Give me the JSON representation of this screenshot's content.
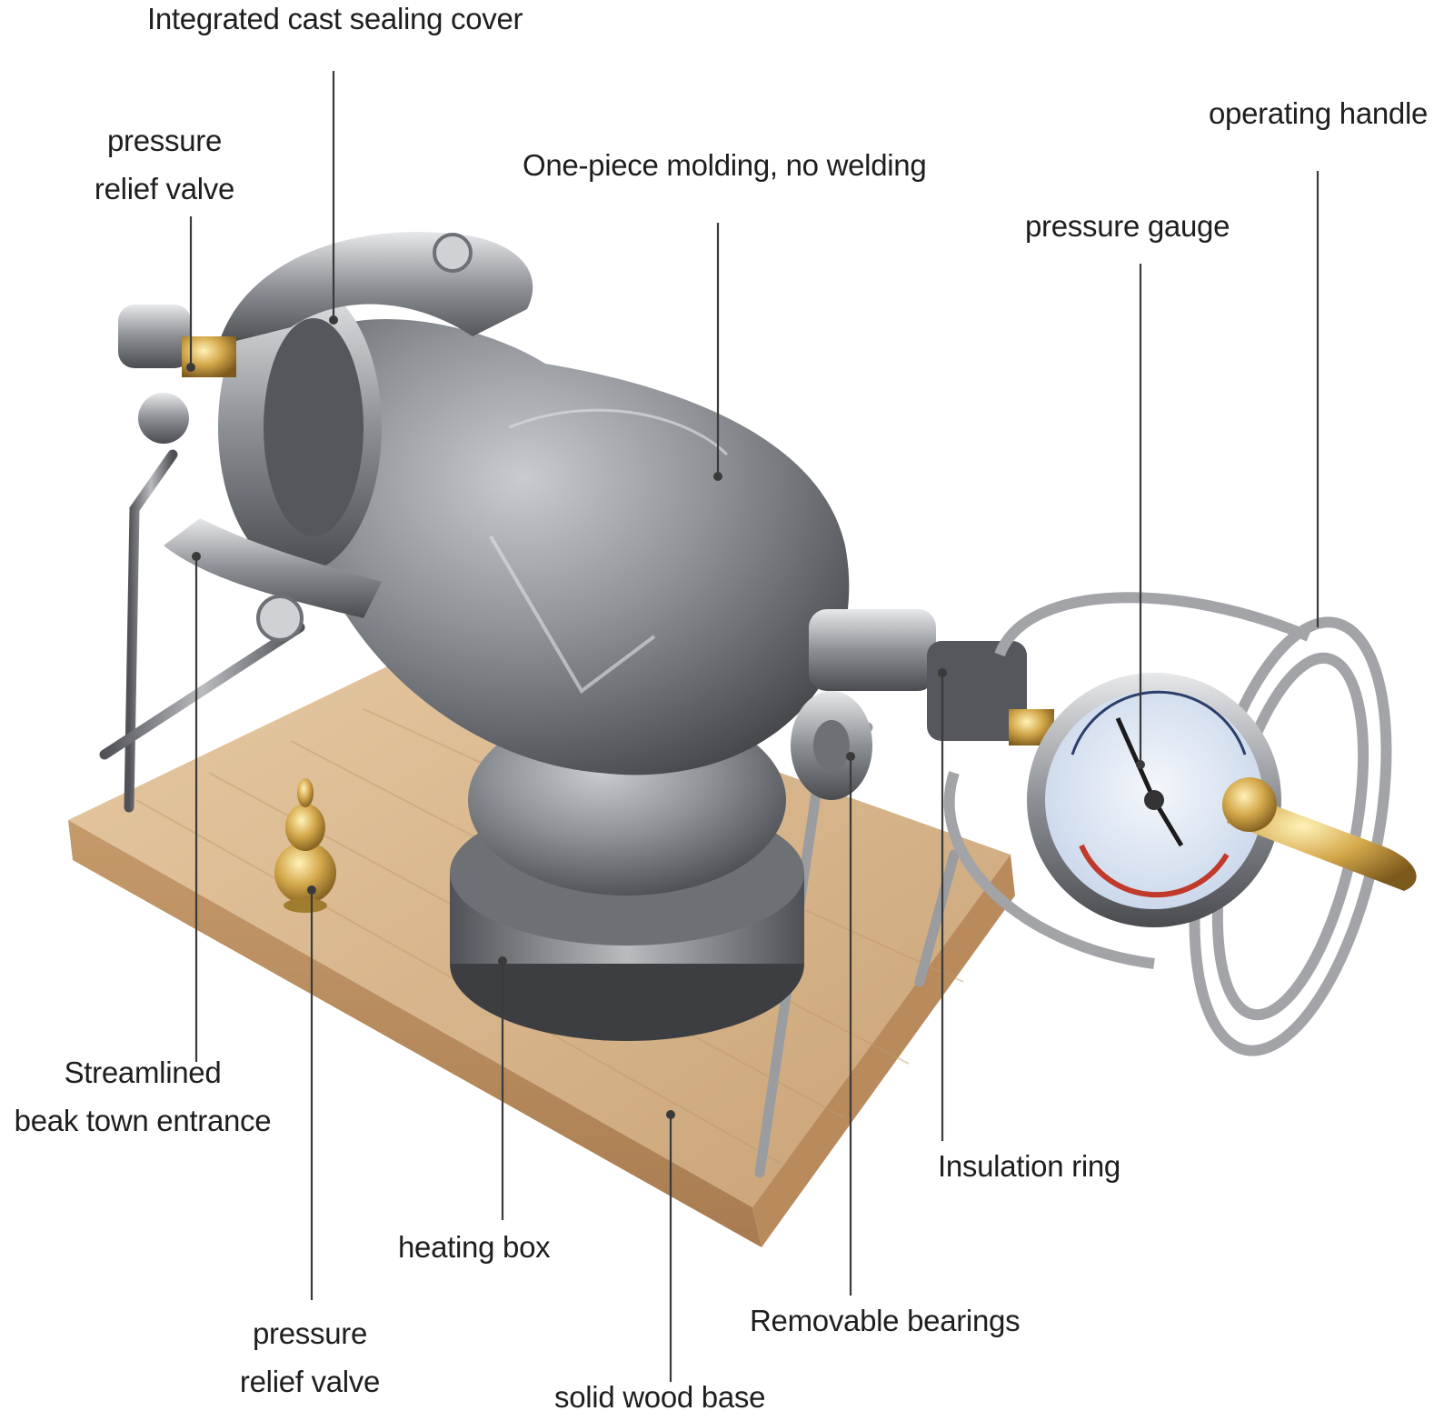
{
  "labels": {
    "cast_cover": "Integrated cast sealing cover",
    "relief_valve_top": {
      "line1": "pressure",
      "line2": "relief valve"
    },
    "molding": "One-piece molding, no welding",
    "operating_handle": "operating handle",
    "pressure_gauge": "pressure gauge",
    "beak_entrance": {
      "line1": "Streamlined",
      "line2": "beak town entrance"
    },
    "insulation_ring": "Insulation ring",
    "heating_box": "heating box",
    "relief_valve_bottom": {
      "line1": "pressure",
      "line2": "relief valve"
    },
    "bearings": "Removable bearings",
    "wood_base": "solid wood base"
  },
  "colors": {
    "leader_line": "#3a3a3a",
    "label_text": "#1e1e1e",
    "wood": "#d9b88f",
    "metal": "#8a8d92",
    "brass": "#c9a24a"
  }
}
